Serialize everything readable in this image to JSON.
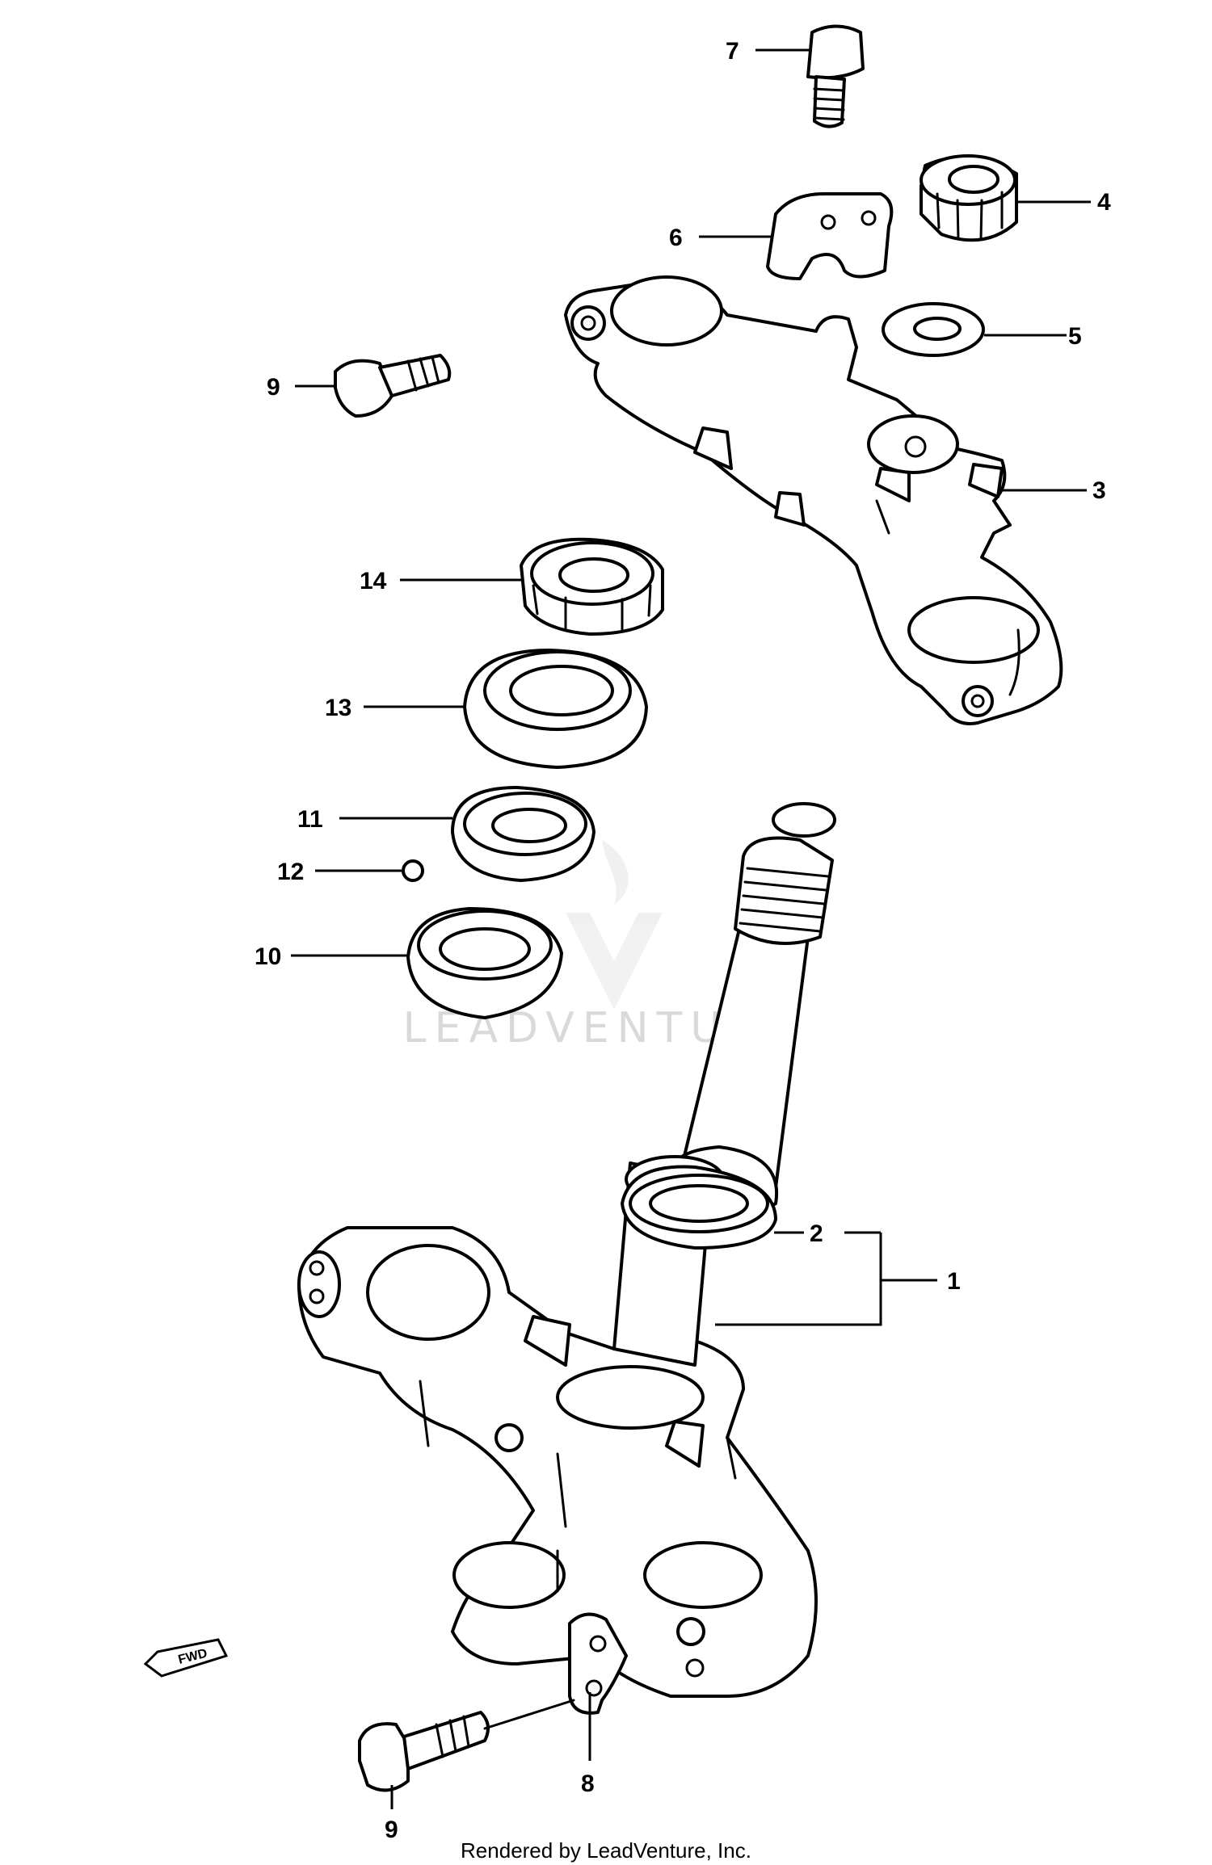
{
  "callouts": {
    "c1": "1",
    "c2": "2",
    "c3": "3",
    "c4": "4",
    "c5": "5",
    "c6": "6",
    "c7": "7",
    "c8": "8",
    "c9_top": "9",
    "c9_bottom": "9",
    "c10": "10",
    "c11": "11",
    "c12": "12",
    "c13": "13",
    "c14": "14"
  },
  "watermark": {
    "text": "LEADVENTURE"
  },
  "direction_mark": {
    "text": "FWD"
  },
  "footer": {
    "credit": "Rendered by LeadVenture, Inc."
  },
  "colors": {
    "line": "#000000",
    "background": "#ffffff",
    "watermark": "#d9d9d9"
  }
}
